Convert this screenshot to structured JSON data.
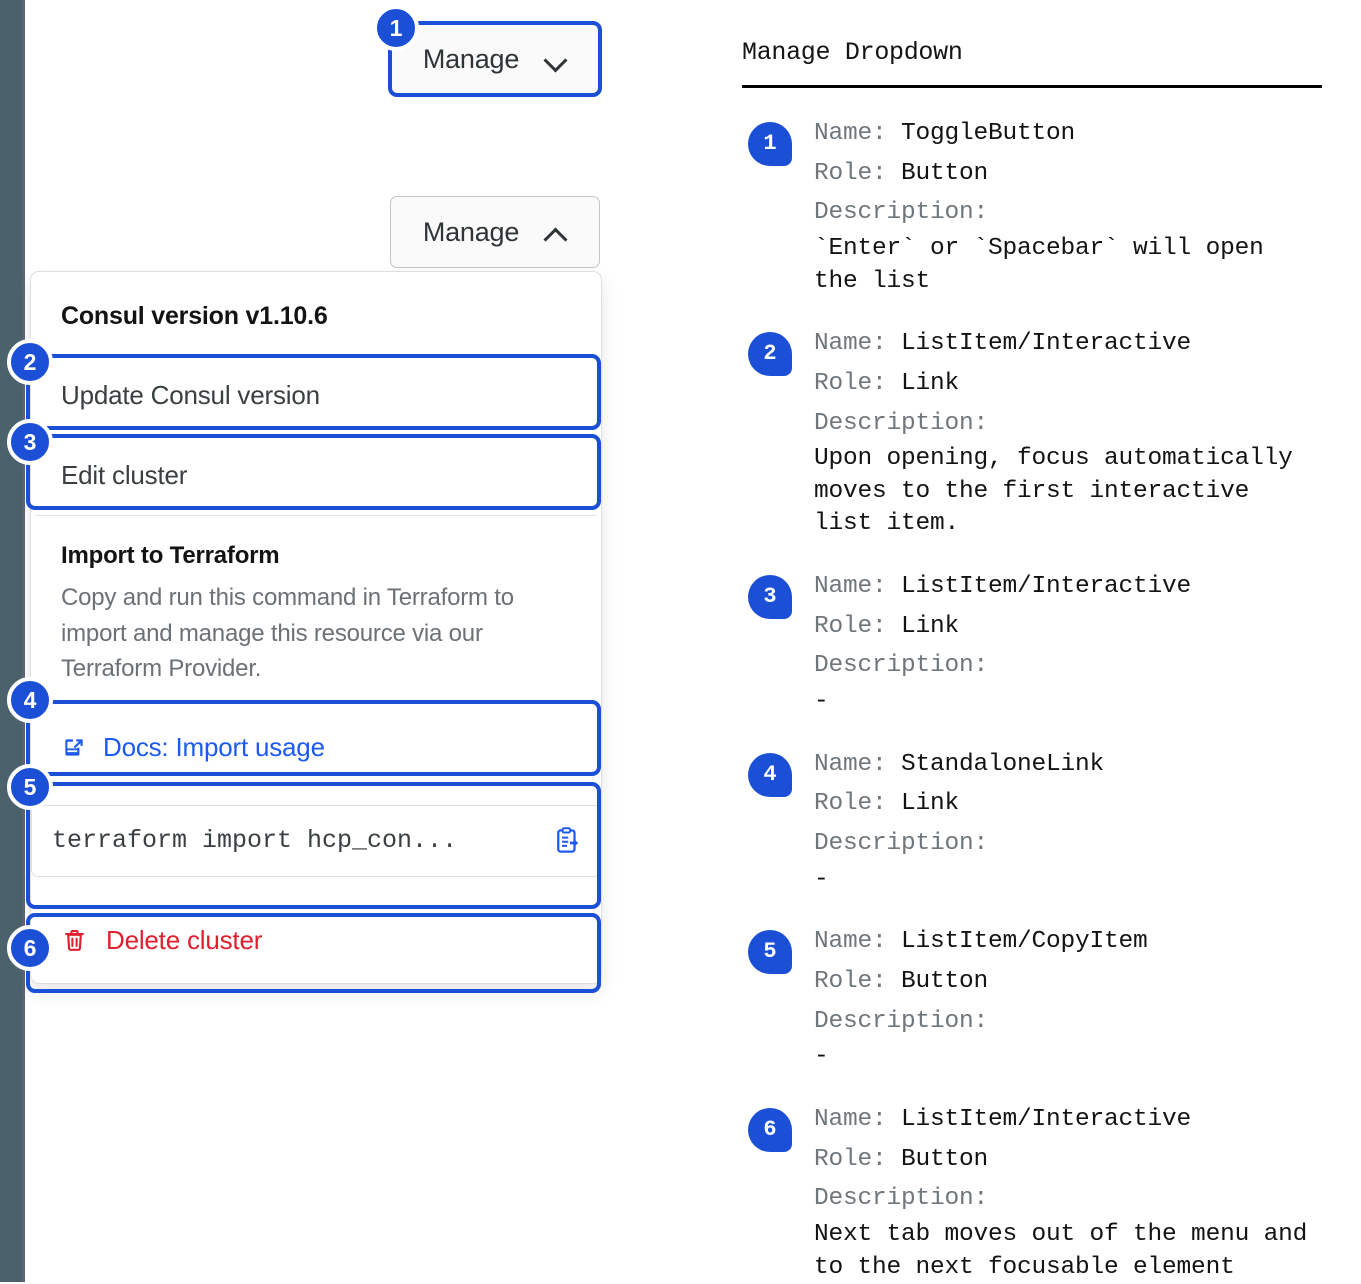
{
  "colors": {
    "accent_blue": "#1a4fd6",
    "link_blue": "#1d5af0",
    "danger_red": "#e0202e",
    "rail_slate": "#4b626c"
  },
  "demo": {
    "toggle_closed_label": "Manage",
    "toggle_closed_icon": "chevron-down-icon",
    "toggle_open_label": "Manage",
    "toggle_open_icon": "chevron-up-icon",
    "dropdown": {
      "version_heading": "Consul version v1.10.6",
      "update_version_label": "Update Consul version",
      "edit_cluster_label": "Edit cluster",
      "terraform_heading": "Import to Terraform",
      "terraform_description": "Copy and run this command in Terraform to import and manage this resource via our Terraform Provider.",
      "docs_link_label": "Docs: Import usage",
      "docs_link_icon": "docs-external-link-icon",
      "command_text": "terraform import hcp_con...",
      "copy_icon": "clipboard-copy-icon",
      "delete_label": "Delete cluster",
      "delete_icon": "trash-icon"
    },
    "badges": [
      "1",
      "2",
      "3",
      "4",
      "5",
      "6"
    ]
  },
  "legend": {
    "title": "Manage Dropdown",
    "labels": {
      "name": "Name:",
      "role": "Role:",
      "description": "Description:"
    },
    "entries": [
      {
        "num": "1",
        "name": "ToggleButton",
        "role": "Button",
        "description": "`Enter` or `Spacebar` will open\nthe list"
      },
      {
        "num": "2",
        "name": "ListItem/Interactive",
        "role": "Link",
        "description": "Upon opening, focus automatically\nmoves to the first interactive\nlist item."
      },
      {
        "num": "3",
        "name": "ListItem/Interactive",
        "role": "Link",
        "description": "-"
      },
      {
        "num": "4",
        "name": "StandaloneLink",
        "role": "Link",
        "description": "-"
      },
      {
        "num": "5",
        "name": "ListItem/CopyItem",
        "role": "Button",
        "description": "-"
      },
      {
        "num": "6",
        "name": "ListItem/Interactive",
        "role": "Button",
        "description": "Next tab moves out of the menu and\nto the next focusable element"
      }
    ]
  }
}
